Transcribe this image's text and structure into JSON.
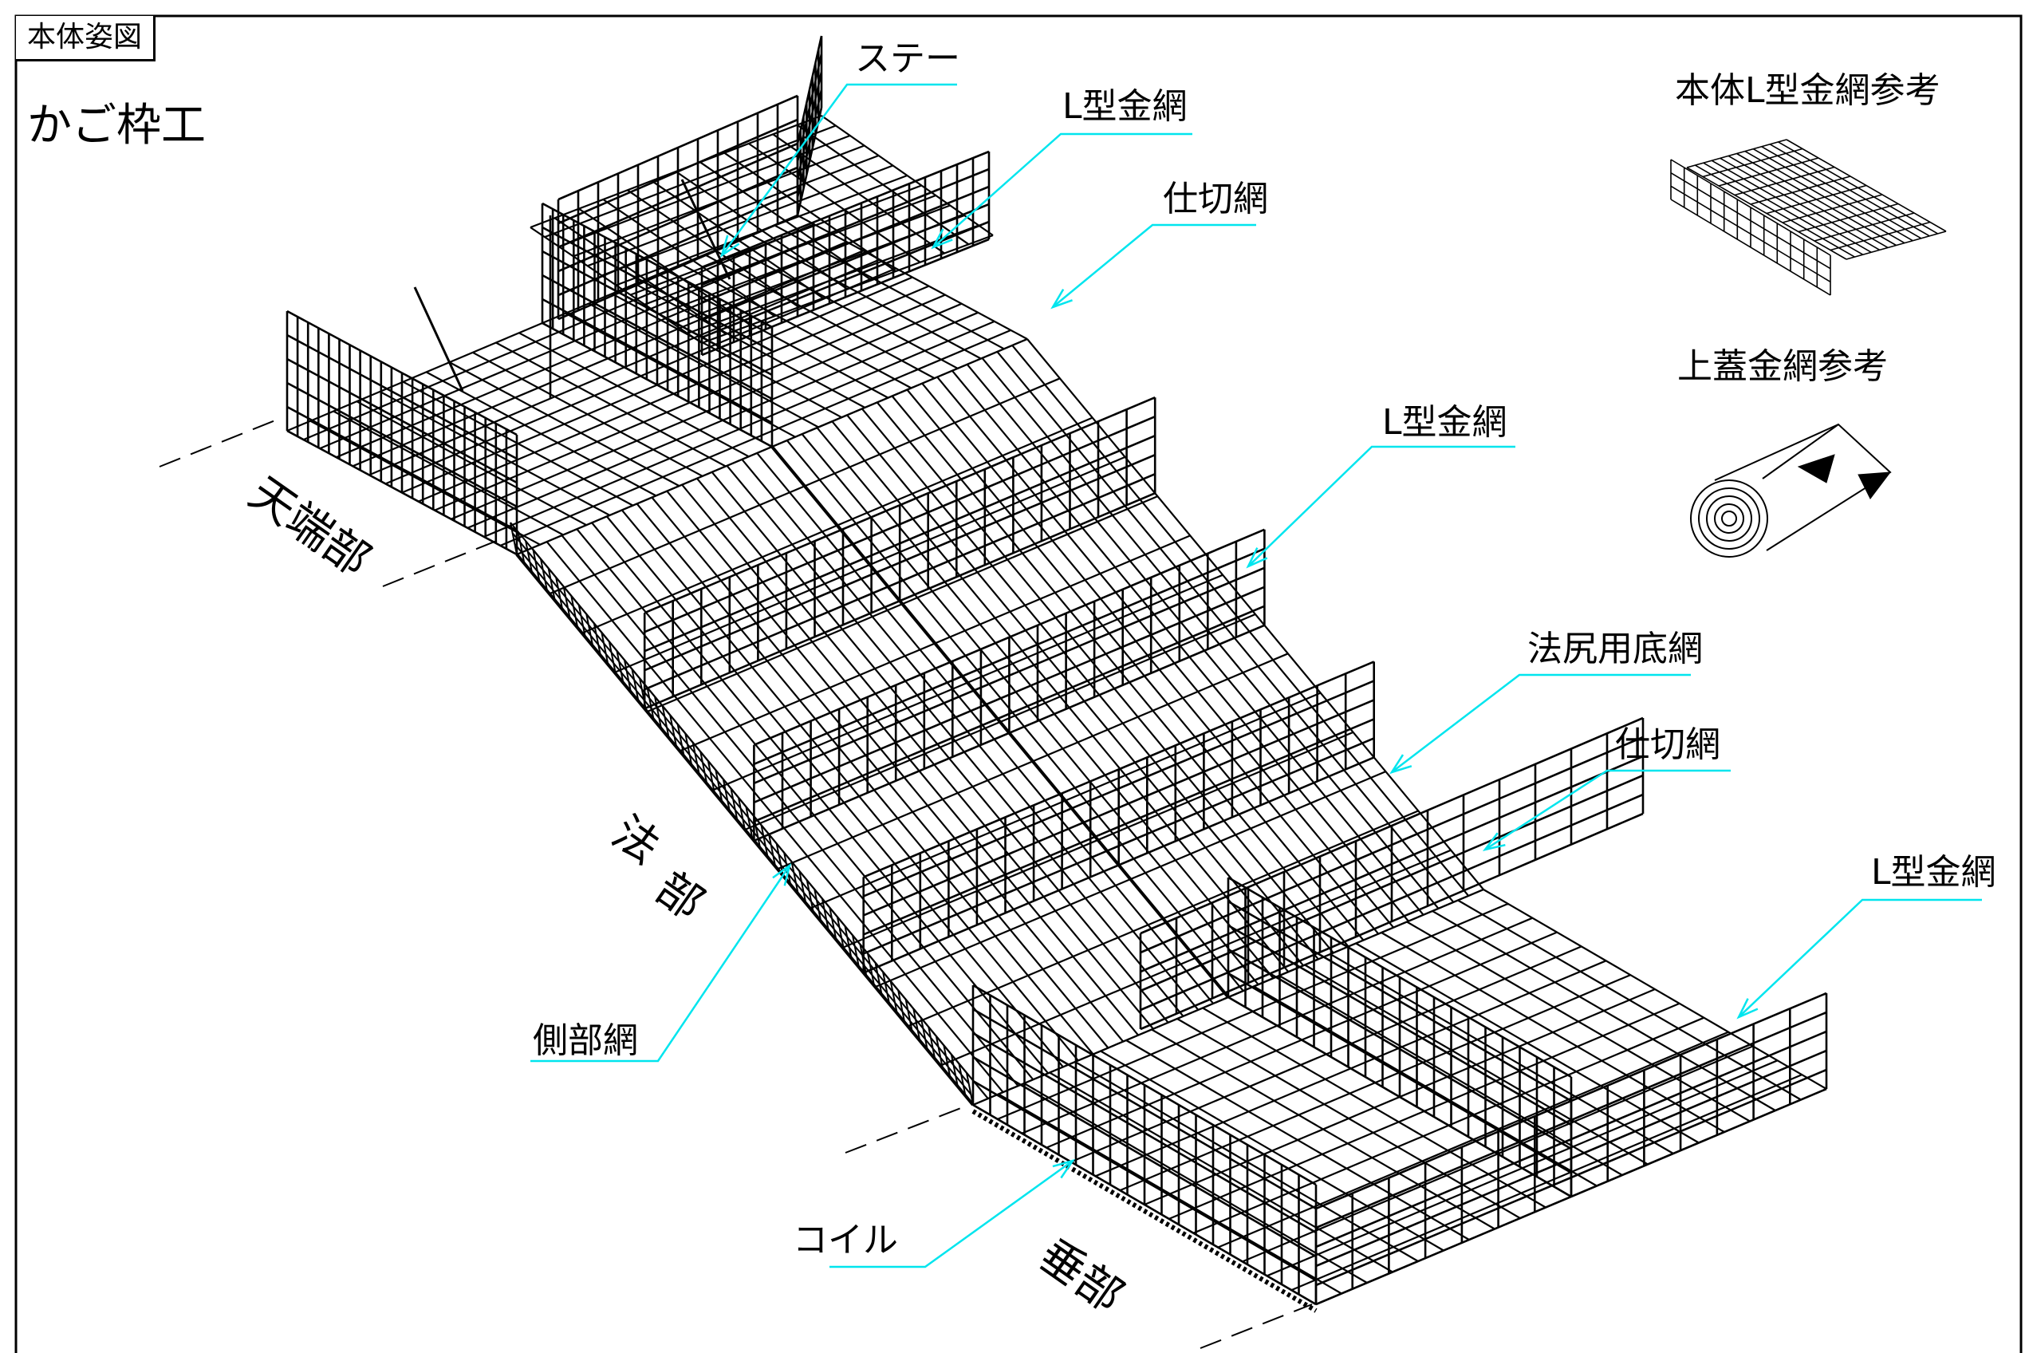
{
  "header": {
    "frame_title": "本体姿図",
    "subtitle": "かご枠工"
  },
  "sections": {
    "top": "天端部",
    "slope_1": "法",
    "slope_2": "部",
    "bottom": "垂部"
  },
  "callouts": {
    "stay": "ステー",
    "l_mesh_top": "L型金網",
    "partition_top": "仕切網",
    "l_mesh_mid": "L型金網",
    "toe_bottom_mesh": "法尻用底網",
    "partition_mid": "仕切網",
    "l_mesh_bottom": "L型金網",
    "side_mesh": "側部網",
    "coil": "コイル"
  },
  "references": {
    "l_mesh_ref": "本体L型金網参考",
    "lid_mesh_ref": "上蓋金網参考"
  },
  "colors": {
    "line": "#000000",
    "leader": "#00e5ee",
    "background": "#ffffff"
  }
}
